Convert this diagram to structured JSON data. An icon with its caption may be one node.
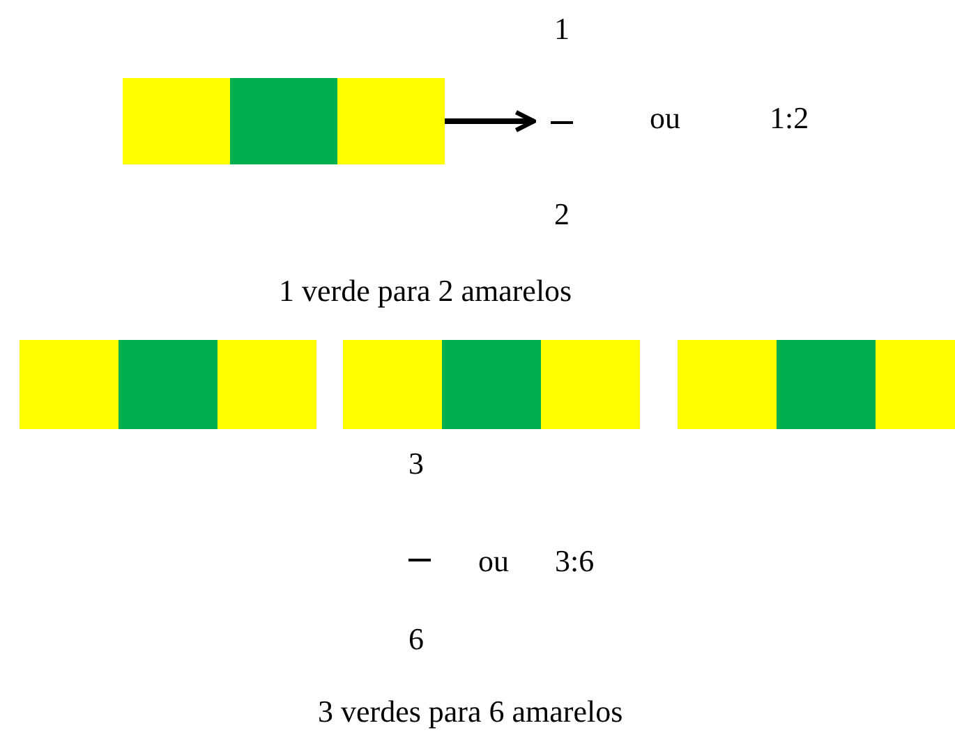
{
  "diagram": {
    "nodes": [
      {
        "text": [],
        "shape": "bar"
      },
      {
        "text": [
          "1",
          "2"
        ]
      }
    ],
    "edges": [
      {
        "from": 0,
        "to": 1,
        "arrow": "to"
      }
    ],
    "labels": [
      "ou",
      "1:2",
      "1 verde para 2 amarelos",
      "3",
      "ou",
      "3:6",
      "6",
      "3 verdes para 6 amarelos"
    ]
  }
}
